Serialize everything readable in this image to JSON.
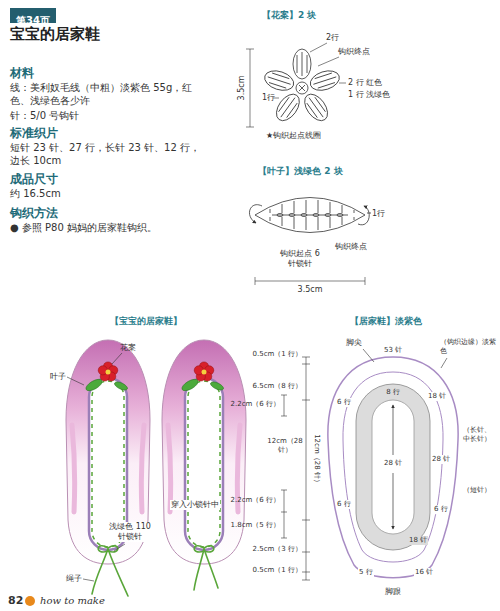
{
  "diagram": {
    "title": "宝宝的居家鞋",
    "nodes": [
      {
        "text": [
          "第34页"
        ]
      }
    ],
    "labels": [
      "材料",
      "线：美利奴毛线（中粗）淡紫色 55g，红色、浅绿色各少许",
      "针：5/0 号钩针",
      "标准织片",
      "短针 23 针、27 行，长针 23 针、12 行，边长 10cm",
      "成品尺寸",
      "约 16.5cm",
      "钩织方法",
      "● 参照 P80 妈妈的居家鞋钩织。",
      "【花案】2 块",
      "3.5cm",
      "2行",
      "钩织终点",
      "2 行 红色",
      "1 行 浅绿色",
      "1行",
      "★钩织起点线圈",
      "【叶子】浅绿色 2 块",
      "1行",
      "钩织终点",
      "钩织起点 6 针锁针",
      "3.5cm",
      "【宝宝的居家鞋】",
      "花案",
      "叶子",
      "穿入小锁针中",
      "浅绿色 110 针锁针",
      "绳子",
      "【居家鞋】淡紫色",
      "脚尖",
      "53 针",
      "（钩织边缘）淡紫色",
      "8 行",
      "18 针",
      "6 行",
      "28 针",
      "28 针",
      "（长针、中长针）",
      "6 行",
      "（短针）",
      "6 行",
      "18 针",
      "5 行",
      "16 针",
      "脚跟",
      "0.5cm（1 行）",
      "6.5cm（8 行）",
      "2.2cm（6 行）",
      "12cm（28 针）",
      "12cm（28 针）",
      "2.2cm（6 行）",
      "1.8cm（5 行）",
      "2.5cm（3 行）",
      "0.5cm（1 行）",
      "82",
      "how to make"
    ]
  }
}
